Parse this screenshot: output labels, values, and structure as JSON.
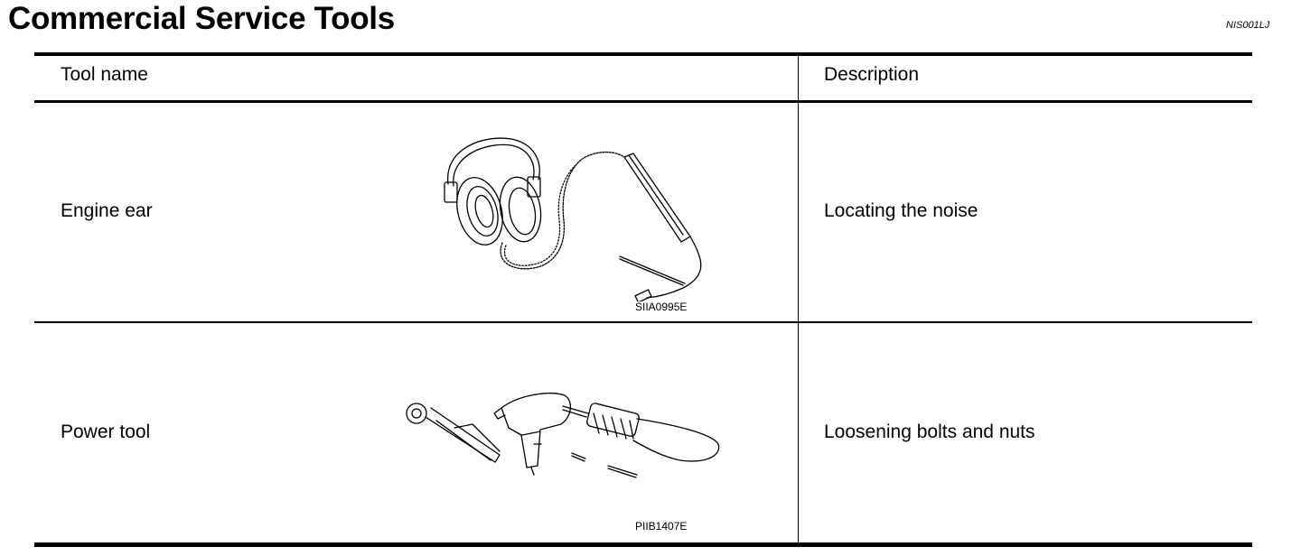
{
  "page": {
    "title": "Commercial Service Tools",
    "doc_id": "NIS001LJ"
  },
  "table": {
    "headers": {
      "tool_name": "Tool name",
      "description": "Description"
    },
    "rows": [
      {
        "tool_name": "Engine ear",
        "description": "Locating the noise",
        "figure_code": "SIIA0995E",
        "figure_icon": "engine-ear-headset-icon"
      },
      {
        "tool_name": "Power tool",
        "description": "Loosening bolts and nuts",
        "figure_code": "PIIB1407E",
        "figure_icon": "power-tool-set-icon"
      }
    ]
  }
}
